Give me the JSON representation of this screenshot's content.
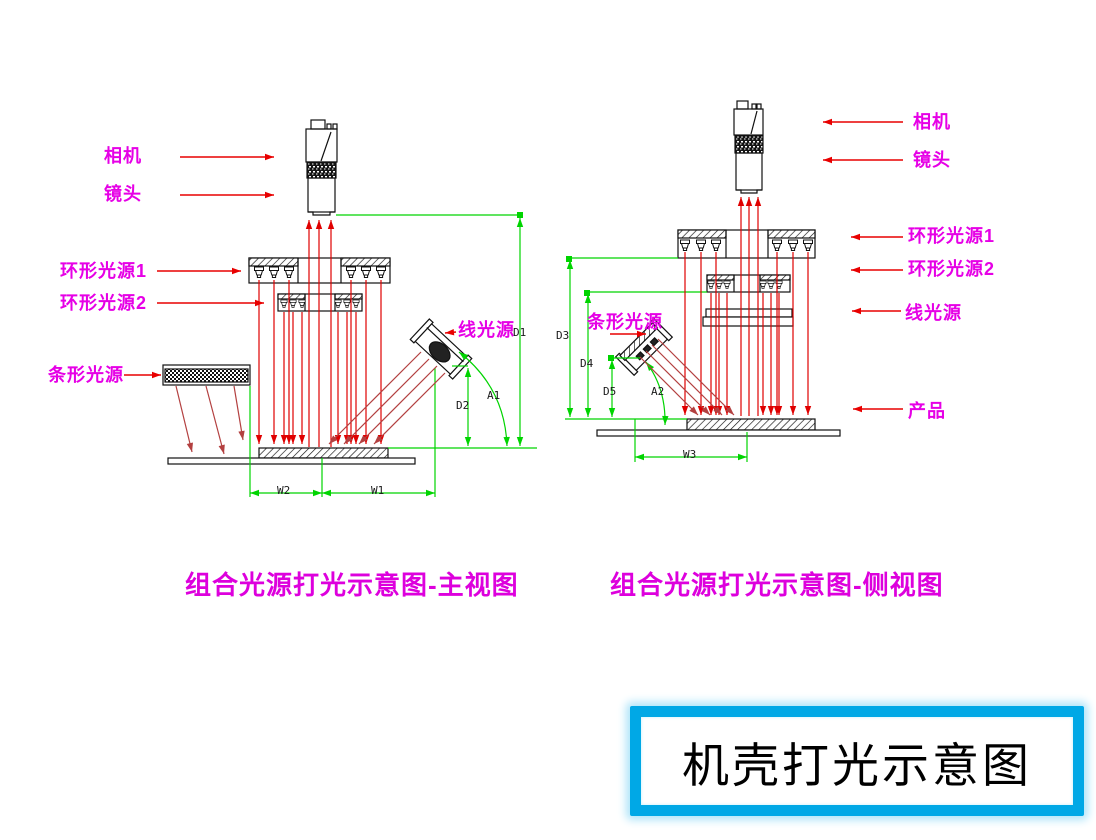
{
  "front_view": {
    "caption": "组合光源打光示意图-主视图",
    "labels": {
      "camera": "相机",
      "lens": "镜头",
      "ring1": "环形光源1",
      "ring2": "环形光源2",
      "bar": "条形光源",
      "line": "线光源"
    },
    "dims": {
      "d1": "D1",
      "d2": "D2",
      "a1": "A1",
      "w1": "W1",
      "w2": "W2"
    }
  },
  "side_view": {
    "caption": "组合光源打光示意图-侧视图",
    "labels": {
      "camera": "相机",
      "lens": "镜头",
      "ring1": "环形光源1",
      "ring2": "环形光源2",
      "line": "线光源",
      "bar": "条形光源",
      "product": "产品"
    },
    "dims": {
      "d3": "D3",
      "d4": "D4",
      "d5": "D5",
      "a2": "A2",
      "w3": "W3"
    }
  },
  "title_box": {
    "text": "机壳打光示意图"
  },
  "colors": {
    "label_magenta": "#e600e6",
    "arrow_red": "#e80000",
    "ray_red": "#e00000",
    "ray_dark_red": "#b34040",
    "dim_green": "#00d400",
    "line_black": "#111111",
    "title_border_cyan": "#00a8e6"
  }
}
